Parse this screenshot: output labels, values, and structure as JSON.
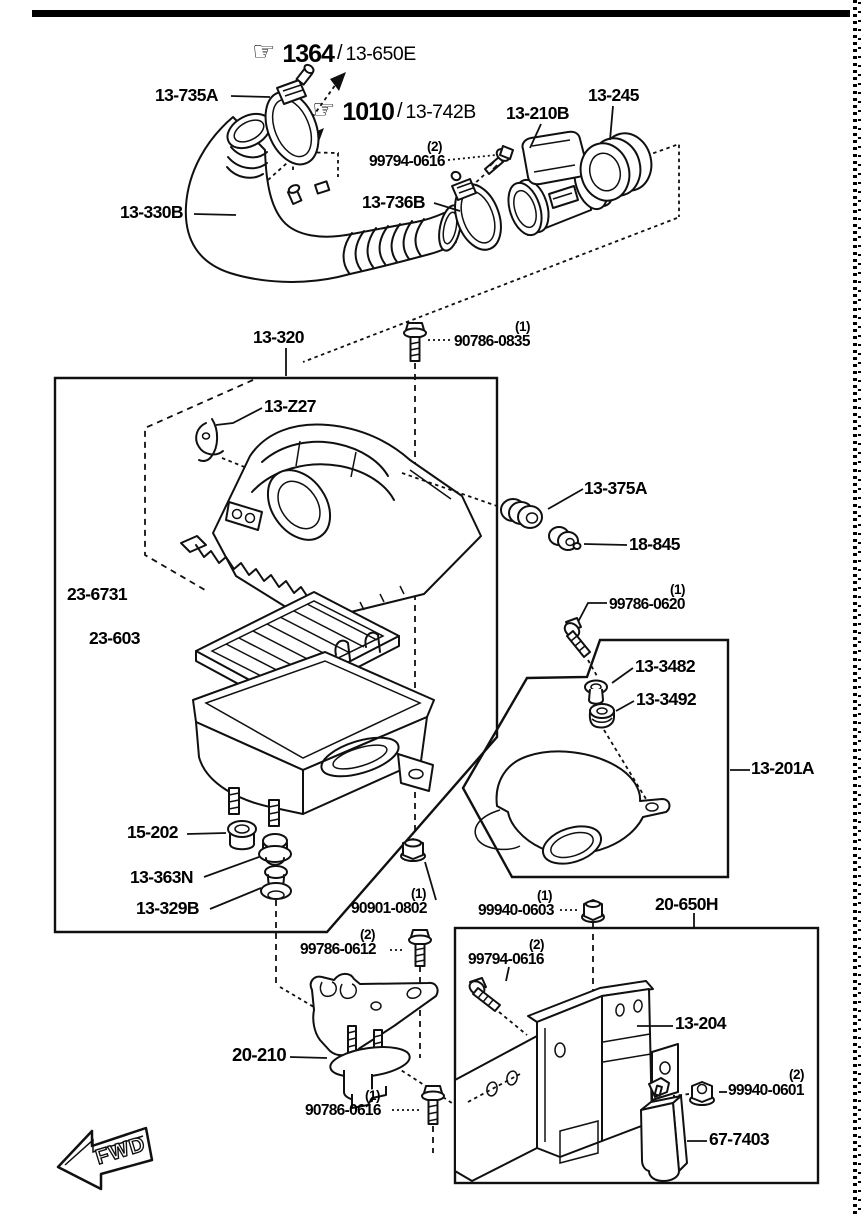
{
  "page": {
    "background_color": "#ffffff",
    "line_color": "#101010",
    "top_bar": true
  },
  "icons": {
    "pointing_hand": "☞"
  },
  "callouts": {
    "c1364": {
      "icon": "pointing-hand",
      "number": "1364",
      "separator": "/",
      "code": "13-650E"
    },
    "c1010": {
      "icon": "pointing-hand",
      "number": "1010",
      "separator": "/",
      "code": "13-742B"
    }
  },
  "parts": {
    "p13_735A": "13-735A",
    "p13_330B": "13-330B",
    "p13_210B": "13-210B",
    "p13_245": "13-245",
    "p13_736B": "13-736B",
    "p13_320": "13-320",
    "p13_Z27": "13-Z27",
    "p13_375A": "13-375A",
    "p18_845": "18-845",
    "p23_6731": "23-6731",
    "p23_603": "23-603",
    "p13_3482": "13-3482",
    "p13_3492": "13-3492",
    "p13_201A": "13-201A",
    "p15_202": "15-202",
    "p13_363N": "13-363N",
    "p13_329B": "13-329B",
    "p20_650H": "20-650H",
    "p13_204": "13-204",
    "p20_210": "20-210",
    "p67_7403": "67-7403"
  },
  "fasteners": {
    "f99794_0616": {
      "code": "99794-0616",
      "qty": "(2)"
    },
    "f90786_0835": {
      "code": "90786-0835",
      "qty": "(1)"
    },
    "f99786_0620": {
      "code": "99786-0620",
      "qty": "(1)"
    },
    "f90901_0802": {
      "code": "90901-0802",
      "qty": "(1)"
    },
    "f99940_0603": {
      "code": "99940-0603",
      "qty": "(1)"
    },
    "f99786_0612": {
      "code": "99786-0612",
      "qty": "(2)"
    },
    "f90786_0616": {
      "code": "90786-0616",
      "qty": "(1)"
    },
    "f99940_0601": {
      "code": "99940-0601",
      "qty": "(2)"
    }
  },
  "orientation": {
    "label": "FWD"
  }
}
